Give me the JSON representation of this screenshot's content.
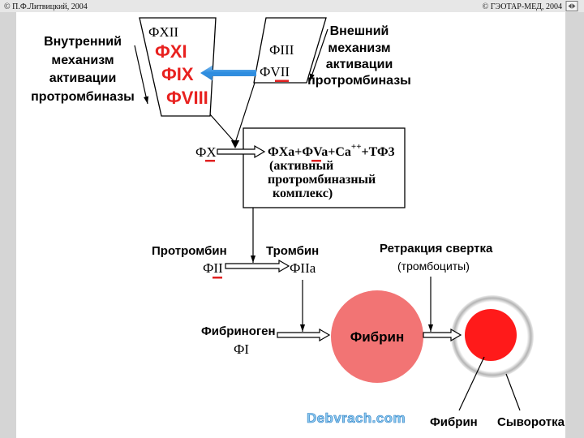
{
  "header": {
    "left_credit": "© П.Ф.Литвицкий, 2004",
    "right_credit": "© ГЭОТАР-МЕД, 2004",
    "nav_icon": "navigation-icon"
  },
  "intrinsic": {
    "label_lines": [
      "Внутренний",
      "механизм",
      "активации",
      "протромбиназы"
    ],
    "factor_top": "ФXII",
    "factors_red": [
      "ФXI",
      "ФIX",
      "ФVIII"
    ]
  },
  "extrinsic": {
    "label_lines": [
      "Внешний",
      "механизм",
      "активации",
      "протромбиназы"
    ],
    "factors": [
      "ФIII",
      "ФVII"
    ]
  },
  "factor_x": "ФX",
  "complex": {
    "formula_main": "ФXa+ФVa+Ca",
    "formula_sup": "++",
    "formula_tail": "+ТФ3",
    "description_lines": [
      "(активный",
      "протромбиназный",
      "комплекс)"
    ]
  },
  "prothrombin": {
    "name": "Протромбин",
    "factor": "ФII"
  },
  "thrombin": {
    "name": "Тромбин",
    "factor": "ФIIa"
  },
  "retraction": {
    "title": "Ретракция свертка",
    "note": "(тромбоциты)"
  },
  "fibrinogen": {
    "name": "Фибриноген",
    "factor": "ФI"
  },
  "fibrin_disc_label": "Фибрин",
  "clot": {
    "fibrin_label": "Фибрин",
    "serum_label": "Сыворотка"
  },
  "watermark": "Debvrach.com",
  "colors": {
    "factor_red": "#e8211f",
    "arrow_blue": "#2b8ce0",
    "fibrin_pink": "#f27474",
    "clot_red": "#ff1a1a",
    "underline_red": "#e02020"
  }
}
